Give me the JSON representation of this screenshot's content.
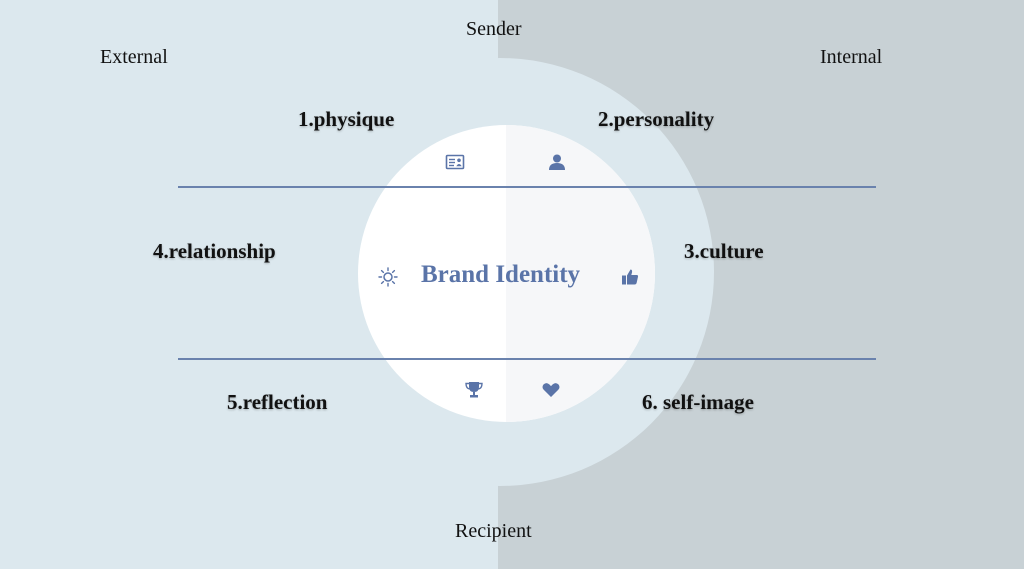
{
  "axes": {
    "top": "Sender",
    "bottom": "Recipient",
    "left": "External",
    "right": "Internal"
  },
  "center": {
    "title": "Brand Identity"
  },
  "facets": {
    "physique": "1.physique",
    "personality": "2.personality",
    "culture": "3.culture",
    "relationship": "4.relationship",
    "reflection": "5.reflection",
    "self_image": "6. self-image"
  },
  "icons": {
    "physique": "id-card-icon",
    "personality": "user-icon",
    "culture": "thumbs-up-icon",
    "relationship": "sun-icon",
    "reflection": "trophy-icon",
    "self_image": "heart-icon"
  },
  "colors": {
    "left_background": "#dce8ee",
    "right_background": "#c8d1d5",
    "inner_circle": "#ffffff",
    "accent": "#5a74a8",
    "divider": "#6a82ad",
    "text": "#111111"
  }
}
